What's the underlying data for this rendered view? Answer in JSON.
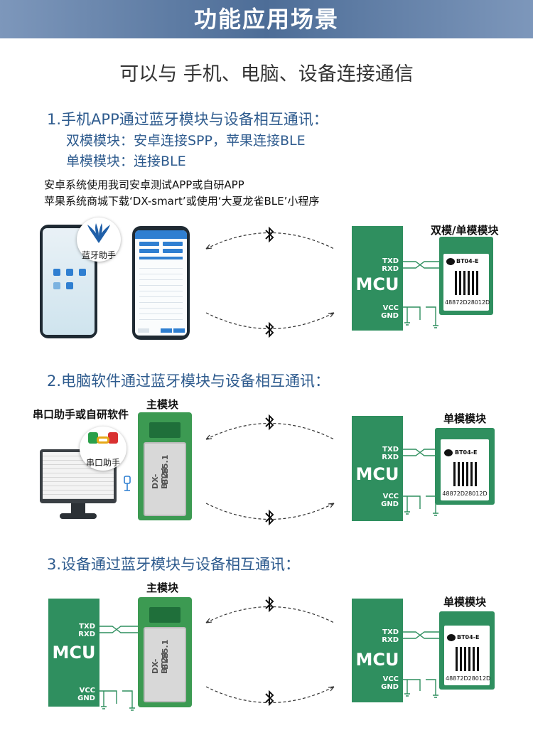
{
  "header": {
    "title": "功能应用场景"
  },
  "subtitle": "可以与 手机、电脑、设备连接通信",
  "section1": {
    "title": "1.手机APP通过蓝牙模块与设备相互通讯：",
    "line1": "双模模块：安卓连接SPP，苹果连接BLE",
    "line2": "单模模块：连接BLE",
    "note1": "安卓系统使用我司安卓测试APP或自研APP",
    "note2": "苹果系统商城下载‘DX-smart’或使用‘大夏龙雀BLE’小程序",
    "badge_label": "蓝牙助手",
    "module_label": "双模/单模模块"
  },
  "section2": {
    "title": "2.电脑软件通过蓝牙模块与设备相互通讯：",
    "pc_label": "串口助手或自研软件",
    "badge_label": "串口助手",
    "master_label": "主模块",
    "module_label": "单模模块"
  },
  "section3": {
    "title": "3.设备通过蓝牙模块与设备相互通讯：",
    "master_label": "主模块",
    "module_label": "单模模块"
  },
  "mcu": {
    "label": "MCU",
    "txd": "TXD",
    "rxd": "RXD",
    "vcc": "VCC",
    "gnd": "GND"
  },
  "module": {
    "name": "BT04-E",
    "id": "48872D28012D"
  },
  "master_module": {
    "text1": "DX-BT24",
    "text2": "BLE5.1"
  },
  "colors": {
    "banner": "#4d6d97",
    "accent_blue": "#2e5b8e",
    "pcb_green": "#2f8f5f"
  },
  "icons": [
    "bluetooth-icon",
    "dashed-arrow-icon",
    "usb-icon",
    "ground-icon"
  ]
}
